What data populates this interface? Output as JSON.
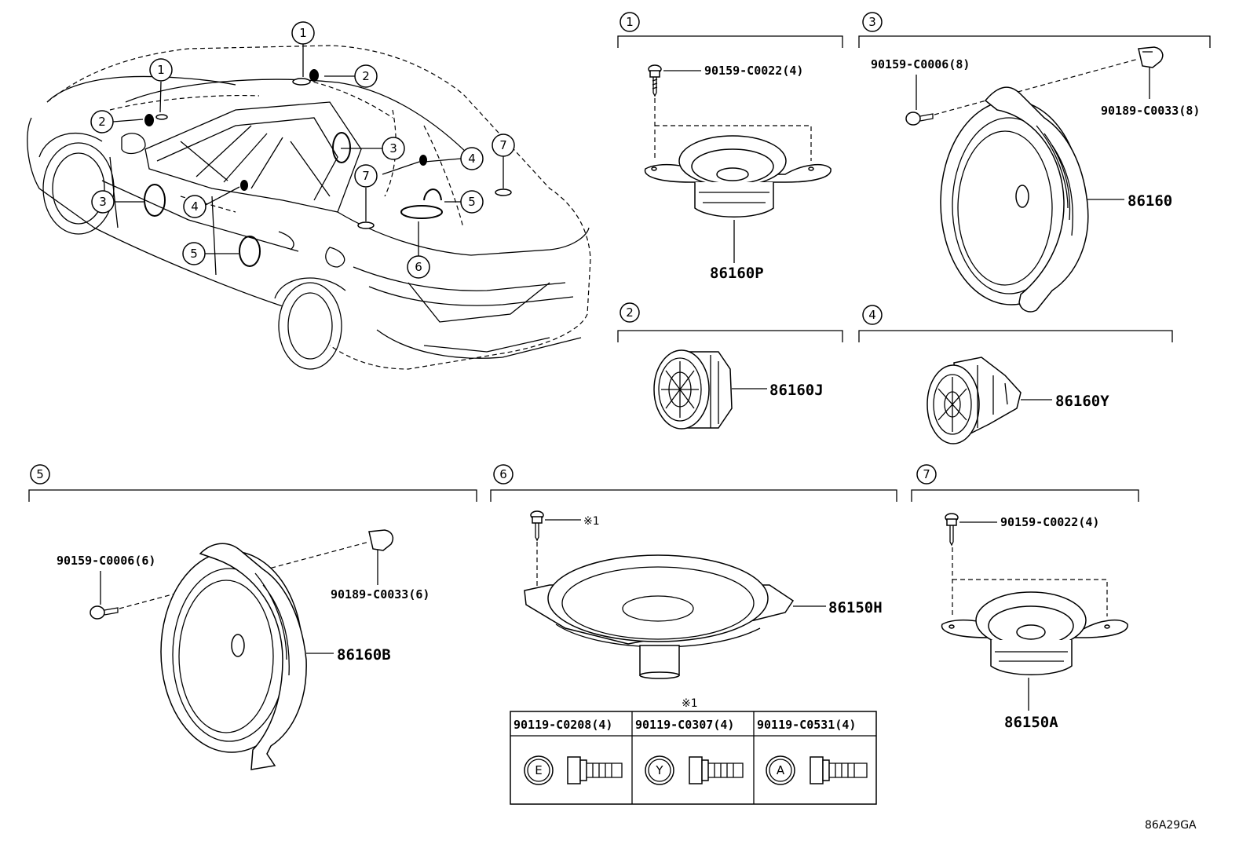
{
  "diagram_code": "86A29GA",
  "callouts": [
    "1",
    "2",
    "3",
    "4",
    "5",
    "6",
    "7"
  ],
  "sections": {
    "s1": {
      "num": "1",
      "bolt": "90159-C0022(4)",
      "part": "86160P"
    },
    "s2": {
      "num": "2",
      "part": "86160J"
    },
    "s3": {
      "num": "3",
      "bolt": "90159-C0006(8)",
      "clip": "90189-C0033(8)",
      "part": "86160"
    },
    "s4": {
      "num": "4",
      "part": "86160Y"
    },
    "s5": {
      "num": "5",
      "bolt": "90159-C0006(6)",
      "clip": "90189-C0033(6)",
      "part": "86160B"
    },
    "s6": {
      "num": "6",
      "note": "※1",
      "part": "86150H"
    },
    "s7": {
      "num": "7",
      "bolt": "90159-C0022(4)",
      "part": "86150A"
    }
  },
  "bolt_table": {
    "title": "※1",
    "columns": [
      {
        "part": "90119-C0208(4)",
        "mark": "E"
      },
      {
        "part": "90119-C0307(4)",
        "mark": "Y"
      },
      {
        "part": "90119-C0531(4)",
        "mark": "A"
      }
    ]
  }
}
